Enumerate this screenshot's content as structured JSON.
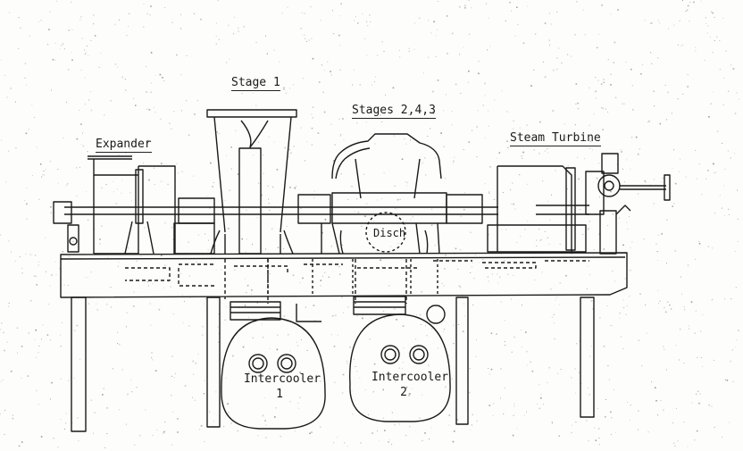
{
  "labels": {
    "stage1": "Stage 1",
    "stages": "Stages 2,4,3",
    "expander": "Expander",
    "steam_turbine": "Steam Turbine",
    "disch": "Disch",
    "intercooler1_name": "Intercooler",
    "intercooler1_num": "1",
    "intercooler2_name": "Intercooler",
    "intercooler2_num": "2"
  },
  "colors": {
    "ink": "#1a1a1a",
    "paper": "#fdfdfb",
    "speckle": "#777777"
  }
}
